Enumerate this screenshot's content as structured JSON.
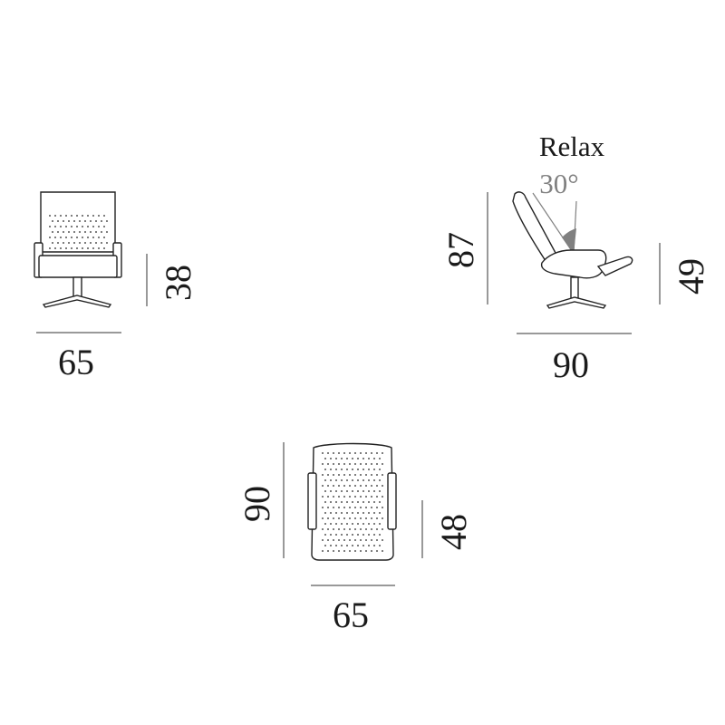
{
  "front_view": {
    "width": "65",
    "seat_height": "38"
  },
  "side_view": {
    "mode_label": "Relax",
    "recline_angle": "30°",
    "height": "87",
    "depth": "90",
    "armrest_height": "49"
  },
  "top_view": {
    "depth": "90",
    "width": "65",
    "inner": "48"
  },
  "colors": {
    "ink": "#222222",
    "angle_grey": "#808080"
  }
}
